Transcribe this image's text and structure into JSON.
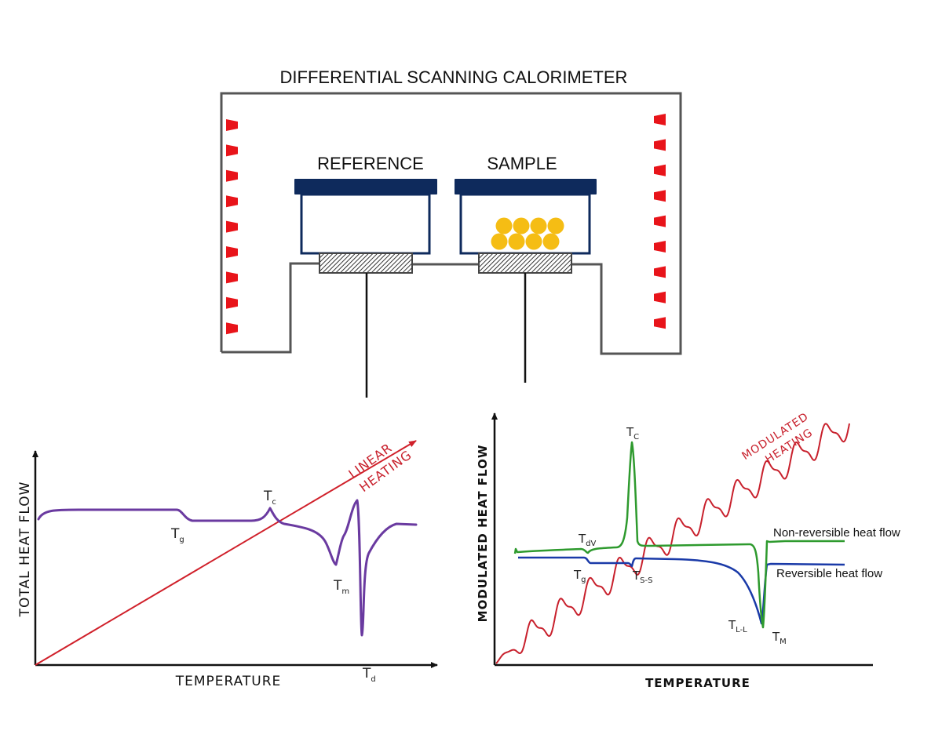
{
  "title": "DIFFERENTIAL SCANNING CALORIMETER",
  "instrument": {
    "reference_label": "REFERENCE",
    "sample_label": "SAMPLE",
    "heater_count_per_side": 9,
    "sample_bead_rows": 2,
    "sample_bead_cols": 4,
    "colors": {
      "heater": "#e8141a",
      "lid": "#0e2a5c",
      "bead": "#f5bd14",
      "furnace": "#555555"
    }
  },
  "chart_data": [
    {
      "type": "line",
      "id": "linear-dsc",
      "title": "",
      "xlabel": "TEMPERATURE",
      "ylabel": "TOTAL HEAT FLOW",
      "xlim": [
        0,
        100
      ],
      "ylim": [
        0,
        100
      ],
      "grid": false,
      "heating_program": {
        "label_lines": [
          "LINEAR",
          "HEATING"
        ],
        "color": "#d0202a",
        "x": [
          0,
          95
        ],
        "y": [
          0,
          96
        ]
      },
      "series": [
        {
          "name": "Total heat flow",
          "color": "#6a3aa0",
          "x": [
            1,
            3,
            6,
            12,
            30,
            50,
            55,
            57,
            58,
            60,
            63,
            70,
            80,
            86,
            88,
            89,
            90,
            91,
            94,
            98,
            100,
            102,
            104,
            106,
            108,
            109,
            110,
            111,
            112,
            113,
            114,
            115,
            117,
            120,
            124,
            128,
            133,
            134
          ],
          "y": [
            75,
            79,
            81,
            81.5,
            81.5,
            81,
            80,
            77,
            76,
            75.5,
            75.5,
            75.3,
            75.2,
            75.8,
            77.5,
            80,
            82,
            80,
            75,
            73.5,
            72,
            71,
            69,
            63,
            55,
            57,
            65,
            72,
            76,
            82,
            85,
            84,
            50,
            30,
            25,
            60,
            68,
            72,
            72.5,
            73,
            72.5
          ]
        }
      ],
      "annotations": [
        {
          "label": "T",
          "sub": "g",
          "x": 48,
          "y": 69
        },
        {
          "label": "T",
          "sub": "c",
          "x": 81,
          "y": 86
        },
        {
          "label": "T",
          "sub": "m",
          "x": 105,
          "y": 48
        },
        {
          "label": "T",
          "sub": "d",
          "x": 115,
          "y": 18
        }
      ]
    },
    {
      "type": "line",
      "id": "modulated-dsc",
      "title": "",
      "xlabel": "TEMPERATURE",
      "ylabel": "MODULATED HEAT FLOW",
      "xlim": [
        0,
        100
      ],
      "ylim": [
        0,
        100
      ],
      "grid": false,
      "heating_program": {
        "label_lines": [
          "MODULATED",
          "HEATING"
        ],
        "color": "#c8202c",
        "type": "modulated",
        "cycles": 12
      },
      "series": [
        {
          "name": "Non-reversible heat flow",
          "label": "Non-reversible heat flow",
          "color": "#2e9a2e",
          "key_points": [
            {
              "x": 6,
              "y": 51
            },
            {
              "x": 24,
              "y": 52
            },
            {
              "x": 26,
              "y": 51,
              "note": "T_dV dip"
            },
            {
              "x": 36,
              "y": 52.5
            },
            {
              "x": 40,
              "y": 90,
              "note": "T_c peak"
            },
            {
              "x": 43,
              "y": 53.5
            },
            {
              "x": 78,
              "y": 53.5
            },
            {
              "x": 80,
              "y": 19,
              "note": "T_M minimum"
            },
            {
              "x": 82,
              "y": 54
            },
            {
              "x": 100,
              "y": 55
            }
          ]
        },
        {
          "name": "Reversible heat flow",
          "label": "Reversible heat flow",
          "color": "#1a3aa8",
          "key_points": [
            {
              "x": 7,
              "y": 47.5
            },
            {
              "x": 26,
              "y": 47.5
            },
            {
              "x": 28,
              "y": 45.5,
              "note": "T_g step"
            },
            {
              "x": 39,
              "y": 45.3
            },
            {
              "x": 40,
              "y": 44,
              "note": "T_S-S"
            },
            {
              "x": 41,
              "y": 46.8
            },
            {
              "x": 70,
              "y": 44
            },
            {
              "x": 79,
              "y": 22,
              "note": "T_L-L"
            },
            {
              "x": 81,
              "y": 44
            },
            {
              "x": 100,
              "y": 44.5
            }
          ]
        }
      ],
      "annotations": [
        {
          "label": "T",
          "sub": "C",
          "x": 40,
          "y": 96
        },
        {
          "label": "T",
          "sub": "dV",
          "x": 25,
          "y": 55
        },
        {
          "label": "T",
          "sub": "g",
          "x": 24,
          "y": 39
        },
        {
          "label": "T",
          "sub": "S-S",
          "x": 42,
          "y": 38
        },
        {
          "label": "T",
          "sub": "L-L",
          "x": 72,
          "y": 22
        },
        {
          "label": "T",
          "sub": "M",
          "x": 81,
          "y": 13
        }
      ]
    }
  ]
}
